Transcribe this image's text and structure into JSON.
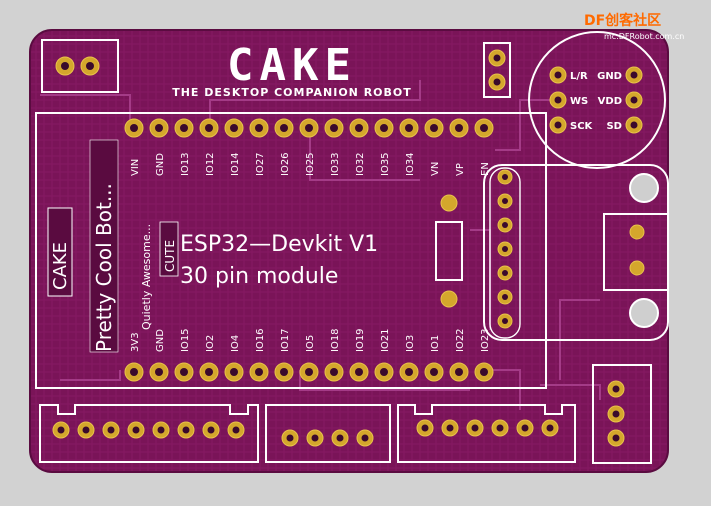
{
  "board": {
    "logo": "CAKE",
    "tagline": "THE DESKTOP COMPANION ROBOT",
    "module_title": "ESP32—Devkit V1",
    "module_subtitle": "30 pin module",
    "side_text_1": "Pretty Cool Bot...",
    "side_text_2": "Quietly Awesome...",
    "side_text_cake": "CAKE",
    "side_text_cute": "CUTE",
    "top_pins": [
      "VIN",
      "GND",
      "IO13",
      "IO12",
      "IO14",
      "IO27",
      "IO26",
      "IO25",
      "IO33",
      "IO32",
      "IO35",
      "IO34",
      "VN",
      "VP",
      "EN"
    ],
    "bottom_pins": [
      "3V3",
      "GND",
      "IO15",
      "IO2",
      "IO4",
      "IO16",
      "IO17",
      "IO5",
      "IO18",
      "IO19",
      "IO21",
      "IO3",
      "IO1",
      "IO22",
      "IO23"
    ],
    "i2s_left": [
      "L/R",
      "WS",
      "SCK"
    ],
    "i2s_right": [
      "GND",
      "VDD",
      "SD"
    ],
    "colors": {
      "board": "#7a1458",
      "silk": "#ffffff",
      "pad": "#d4a72c",
      "background": "#d2d2d2"
    }
  },
  "watermark": {
    "logo": "DF创客社区",
    "url": "mc.DFRobot.com.cn"
  }
}
